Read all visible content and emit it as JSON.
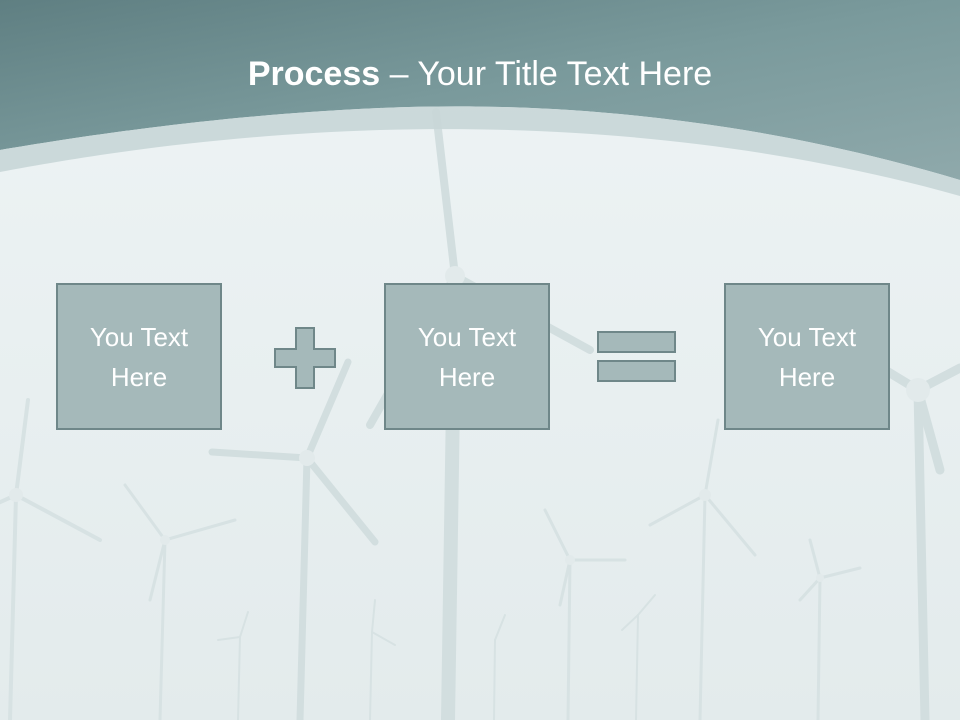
{
  "slide": {
    "title_strong": "Process",
    "title_rest": " – Your Title Text Here",
    "operator_plus": "plus-icon",
    "operator_equals": "equals-icon",
    "boxes": [
      {
        "text": "You Text Here"
      },
      {
        "text": "You Text Here"
      },
      {
        "text": "You Text Here"
      }
    ]
  },
  "colors": {
    "header_band": "#6f8f91",
    "box_fill": "#a5b9ba",
    "box_border": "#6f8789",
    "background": "#e6eeef"
  }
}
